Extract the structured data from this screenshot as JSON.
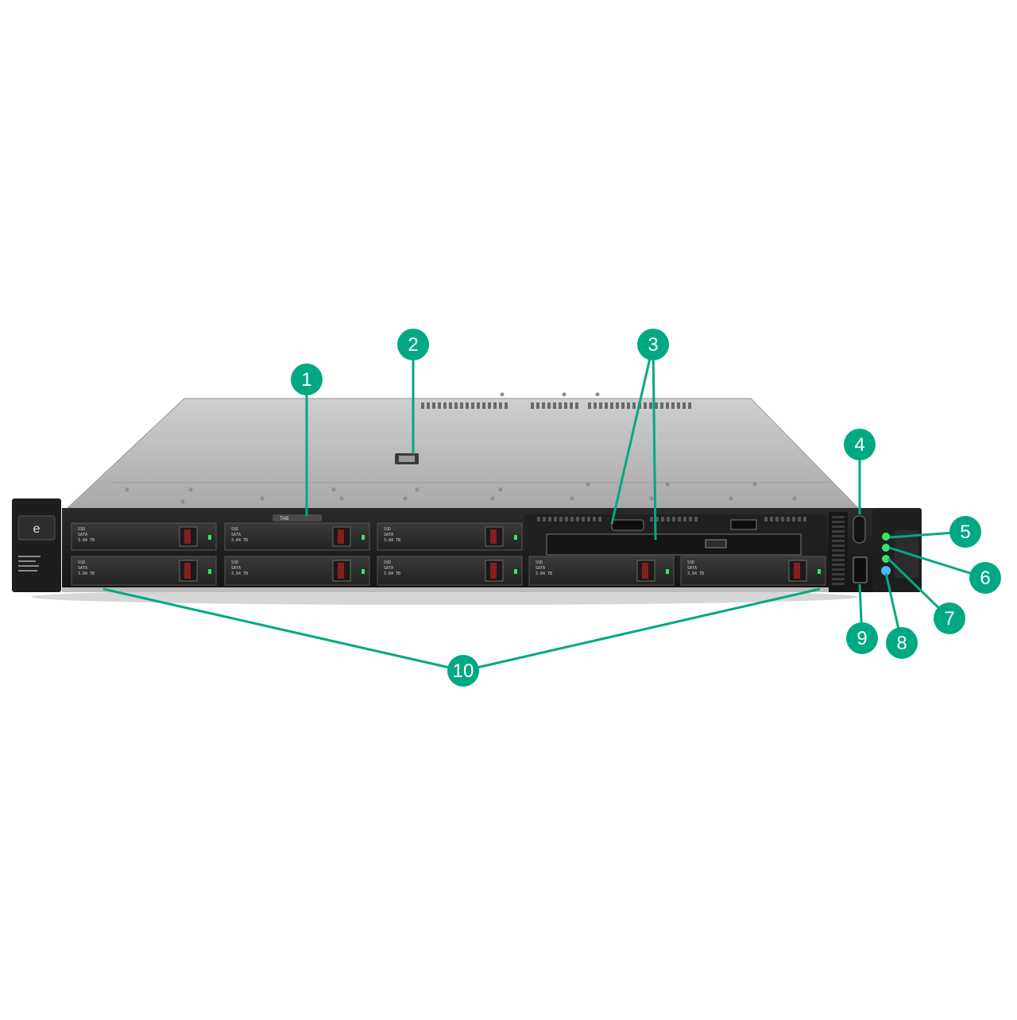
{
  "diagram": {
    "subject": "1U rack server front view",
    "colors": {
      "accent": "#01a982",
      "led_green": "#3fe06a",
      "led_blue": "#4fb8ff",
      "chassis_dark": "#1c1c1c",
      "lid_silver": "#b9b9b9"
    },
    "callouts": [
      {
        "id": "1",
        "label": "1"
      },
      {
        "id": "2",
        "label": "2"
      },
      {
        "id": "3",
        "label": "3"
      },
      {
        "id": "4",
        "label": "4"
      },
      {
        "id": "5",
        "label": "5"
      },
      {
        "id": "6",
        "label": "6"
      },
      {
        "id": "7",
        "label": "7"
      },
      {
        "id": "8",
        "label": "8"
      },
      {
        "id": "9",
        "label": "9"
      },
      {
        "id": "10",
        "label": "10"
      }
    ],
    "ear_left_label": "e",
    "pull_tab_label": "TAB",
    "drive_labels": {
      "line1": "SSD",
      "line2": "SATA",
      "line3": "3.84 TB"
    }
  }
}
